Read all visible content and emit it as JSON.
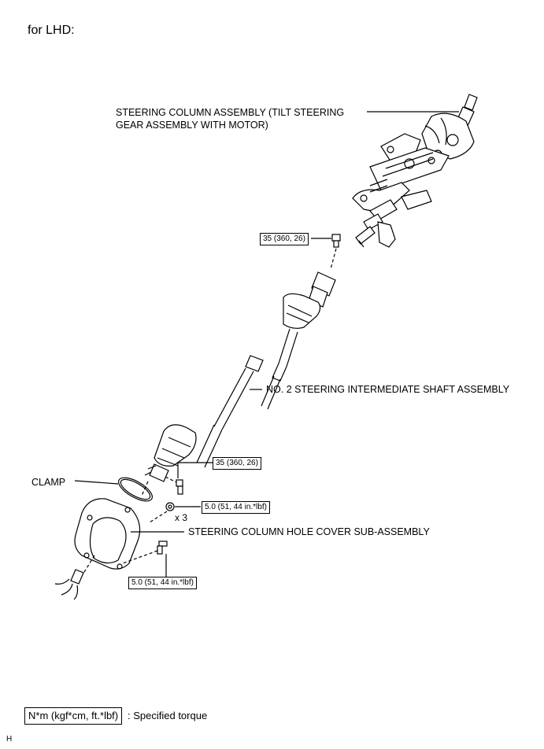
{
  "header": "for LHD:",
  "labels": {
    "column_line1": "STEERING COLUMN ASSEMBLY (TILT STEERING",
    "column_line2": "GEAR ASSEMBLY WITH MOTOR)",
    "shaft": "NO. 2 STEERING INTERMEDIATE SHAFT ASSEMBLY",
    "clamp": "CLAMP",
    "hole_cover": "STEERING COLUMN HOLE COVER SUB-ASSEMBLY",
    "qty": "x 3"
  },
  "torques": {
    "upper_bolt": "35 (360, 26)",
    "lower_bolt": "35 (360, 26)",
    "nut": "5.0 (51, 44 in.*lbf)",
    "cover_bolt": "5.0 (51, 44 in.*lbf)"
  },
  "legend": {
    "box": "N*m (kgf*cm, ft.*lbf)",
    "text": ": Specified torque"
  },
  "figure_code": "H"
}
